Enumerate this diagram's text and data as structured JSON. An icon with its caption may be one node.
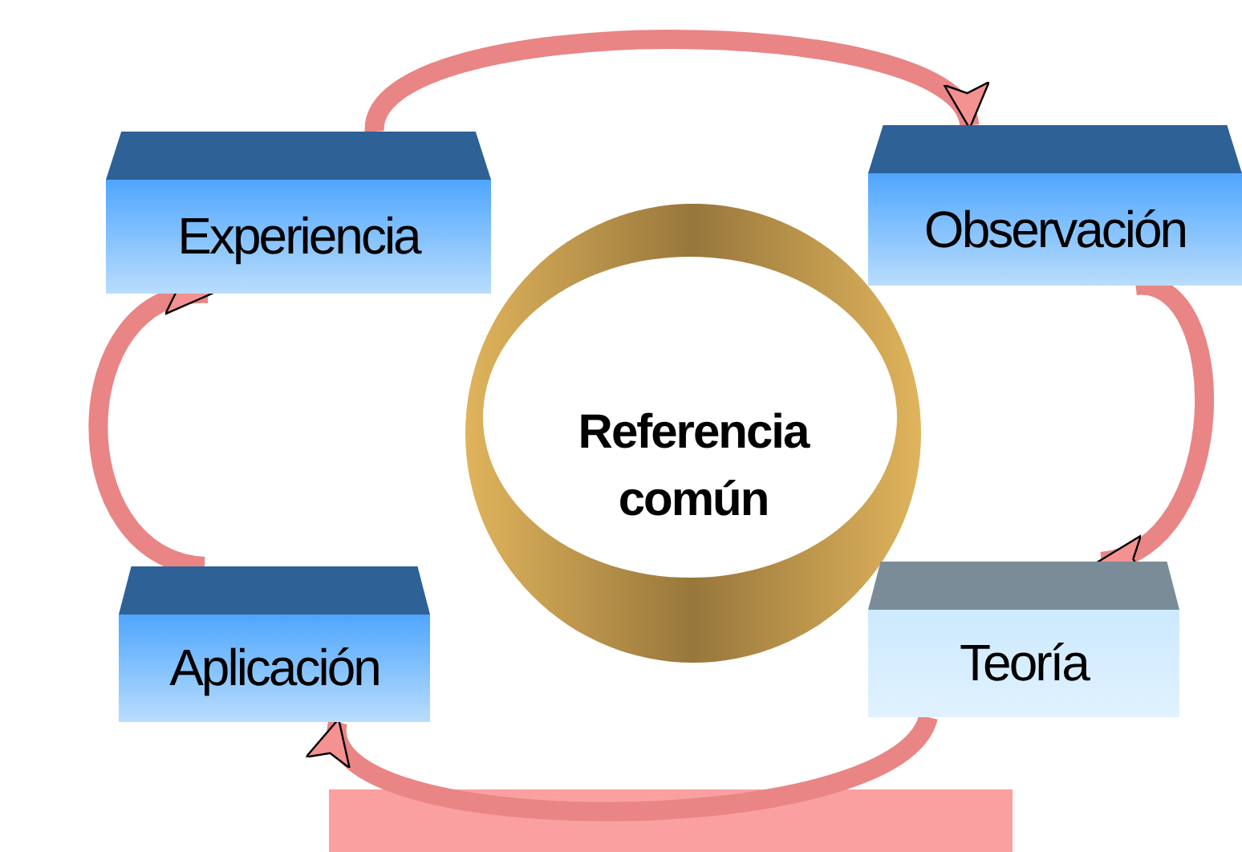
{
  "diagram": {
    "nodes": [
      {
        "text": [
          "Experiencia"
        ]
      },
      {
        "text": [
          "Observación"
        ]
      },
      {
        "text": [
          "Referencia común"
        ]
      },
      {
        "text": [
          "Aplicación"
        ]
      },
      {
        "text": [
          "Teoría"
        ]
      }
    ],
    "edges": [
      {
        "from": 0,
        "to": 1,
        "arrow": "to"
      },
      {
        "from": 1,
        "to": 4,
        "arrow": "to"
      },
      {
        "from": 4,
        "to": 3,
        "arrow": "to"
      },
      {
        "from": 3,
        "to": 0,
        "arrow": "to"
      }
    ]
  }
}
